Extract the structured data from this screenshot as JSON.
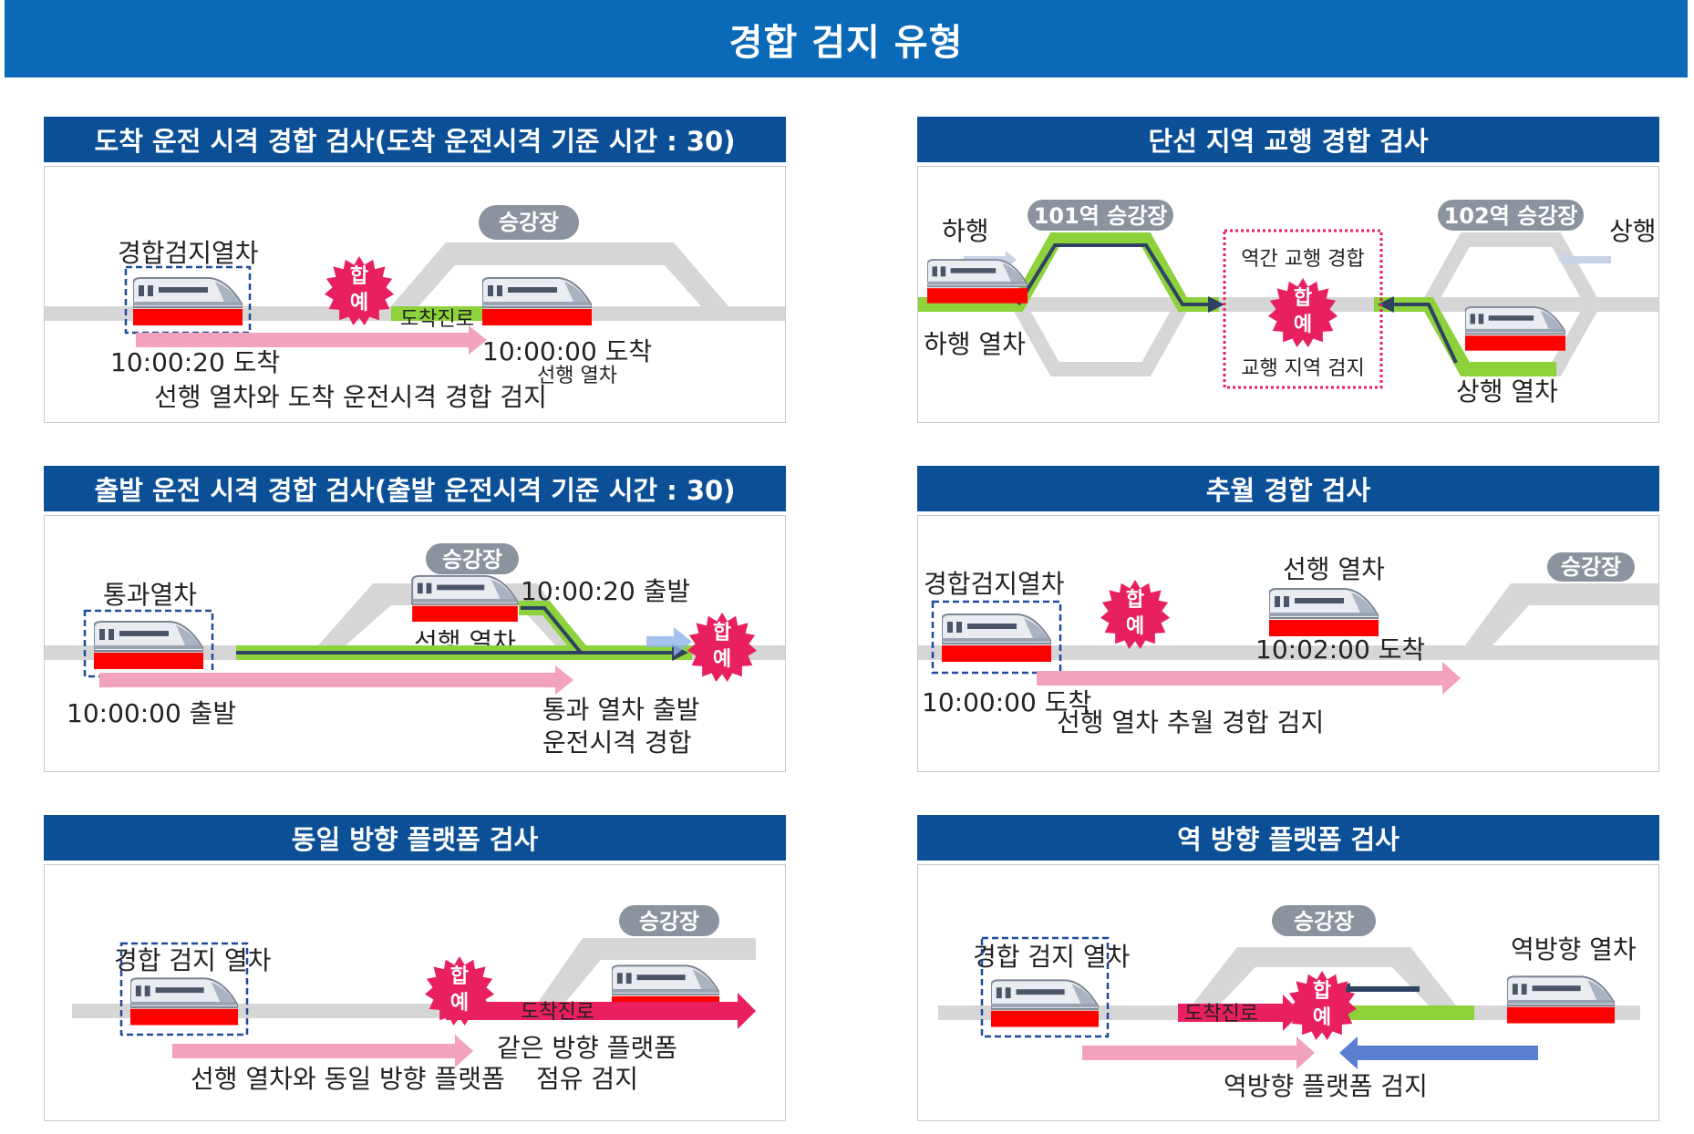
{
  "header": {
    "title": "경합 검지 유형"
  },
  "colors": {
    "header": "#0b6ab8",
    "panel_title": "#0b4f96",
    "train_base": "#ff0000",
    "route_green": "#8dd13b",
    "burst": "#e8205f",
    "pink_arrow": "#f2a2bd",
    "blue_arrow": "#2a55b4"
  },
  "panels": {
    "p1": {
      "title": "도착 운전 시격 경합 검사(도착 운전시격 기준 시간 : 30)",
      "platform": "승강장",
      "check_train": "경합검지열차",
      "burst_text": "합예",
      "route": "도착진로",
      "time1": "10:00:20 도착",
      "time2": "10:00:00 도착",
      "lead_train": "선행 열차",
      "caption": "선행 열차와 도착 운전시격 경합 검지"
    },
    "p2": {
      "title": "단선 지역 교행 경합 검사",
      "down": "하행",
      "up": "상행",
      "station1": "101역 승강장",
      "station2": "102역 승강장",
      "down_train": "하행 열차",
      "up_train": "상행 열차",
      "box_line1": "역간 교행 경합",
      "box_line2": "교행 지역 검지",
      "burst_text": "합예"
    },
    "p3": {
      "title": "출발  운전 시격 경합 검사(출발 운전시격 기준 시간 : 30)",
      "platform": "승강장",
      "pass_train": "통과열차",
      "time_dep1": "10:00:20 출발",
      "lead_train": "선행 열차",
      "time_dep2": "10:00:00 출발",
      "caption1": "통과 열차 출발",
      "caption2": "운전시격 경합",
      "burst_text": "합예"
    },
    "p4": {
      "title": "추월 경합 검사",
      "check_train": "경합검지열차",
      "lead_train": "선행 열차",
      "platform": "승강장",
      "time1": "10:02:00 도착",
      "time2": "10:00:00 도착",
      "caption": "선행 열차 추월 경합 검지",
      "burst_text": "합예"
    },
    "p5": {
      "title": "동일 방향 플랫폼 검사",
      "platform": "승강장",
      "check_train": "경합 검지 열차",
      "route": "도착진로",
      "caption1": "같은 방향 플랫폼",
      "caption2": "점유 검지",
      "caption3": "선행 열차와 동일 방향 플랫폼",
      "burst_text": "합예"
    },
    "p6": {
      "title": "역 방향 플랫폼 검사",
      "platform": "승강장",
      "check_train": "경합 검지 열차",
      "reverse_train": "역방향 열차",
      "route": "도착진로",
      "caption": "역방향 플랫폼 검지",
      "burst_text": "합예"
    }
  }
}
